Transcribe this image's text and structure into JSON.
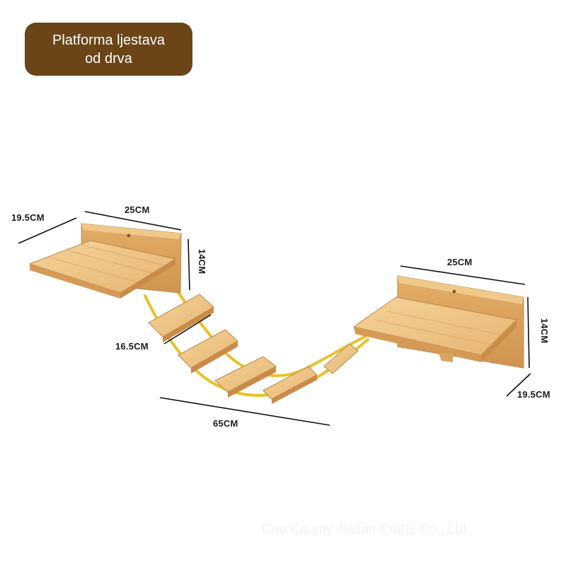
{
  "title": {
    "line1": "Platforma ljestava",
    "line2": "od drva"
  },
  "dimensions": {
    "left_depth": "19.5CM",
    "left_width": "25CM",
    "left_height": "14CM",
    "rung_width": "16.5CM",
    "bridge_length": "65CM",
    "right_width": "25CM",
    "right_height": "14CM",
    "right_depth": "19.5CM"
  },
  "watermark": "Cao County Jiadan Crafts Co., Ltd.",
  "colors": {
    "badge": "#6b4417",
    "wood_light": "#f1c98a",
    "wood_mid": "#e4b06c",
    "wood_dark": "#c98f4a",
    "rope": "#e8c12a"
  }
}
